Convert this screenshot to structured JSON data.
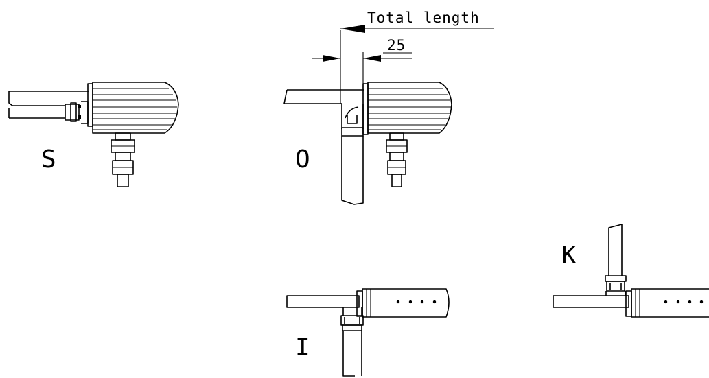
{
  "variants": {
    "s": {
      "label": "S"
    },
    "o": {
      "label": "O"
    },
    "i": {
      "label": "I"
    },
    "k": {
      "label": "K"
    }
  },
  "dimensions": {
    "total_length": "Total length",
    "offset": "25"
  },
  "colors": {
    "line": "#000000",
    "background": "#ffffff"
  }
}
